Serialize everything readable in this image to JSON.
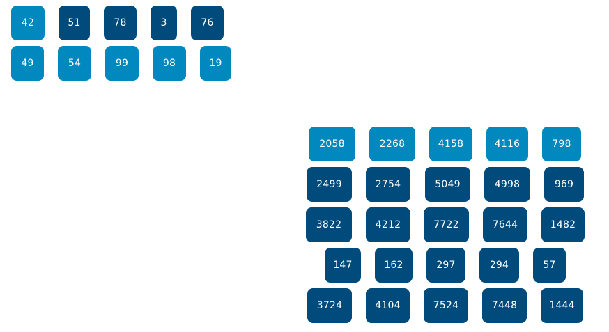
{
  "colors": {
    "light": "#0088bf",
    "dark": "#004a7c"
  },
  "left_grid": {
    "rows": [
      [
        {
          "value": "42",
          "tone": "light"
        },
        {
          "value": "51",
          "tone": "dark"
        },
        {
          "value": "78",
          "tone": "dark"
        },
        {
          "value": "3",
          "tone": "dark"
        },
        {
          "value": "76",
          "tone": "dark"
        }
      ],
      [
        {
          "value": "49",
          "tone": "light"
        },
        {
          "value": "54",
          "tone": "light"
        },
        {
          "value": "99",
          "tone": "light"
        },
        {
          "value": "98",
          "tone": "light"
        },
        {
          "value": "19",
          "tone": "light"
        }
      ]
    ]
  },
  "right_grid": {
    "rows": [
      [
        {
          "value": "2058",
          "tone": "light"
        },
        {
          "value": "2268",
          "tone": "light"
        },
        {
          "value": "4158",
          "tone": "light"
        },
        {
          "value": "4116",
          "tone": "light"
        },
        {
          "value": "798",
          "tone": "light"
        }
      ],
      [
        {
          "value": "2499",
          "tone": "dark"
        },
        {
          "value": "2754",
          "tone": "dark"
        },
        {
          "value": "5049",
          "tone": "dark"
        },
        {
          "value": "4998",
          "tone": "dark"
        },
        {
          "value": "969",
          "tone": "dark"
        }
      ],
      [
        {
          "value": "3822",
          "tone": "dark"
        },
        {
          "value": "4212",
          "tone": "dark"
        },
        {
          "value": "7722",
          "tone": "dark"
        },
        {
          "value": "7644",
          "tone": "dark"
        },
        {
          "value": "1482",
          "tone": "dark"
        }
      ],
      [
        {
          "value": "147",
          "tone": "dark"
        },
        {
          "value": "162",
          "tone": "dark"
        },
        {
          "value": "297",
          "tone": "dark"
        },
        {
          "value": "294",
          "tone": "dark"
        },
        {
          "value": "57",
          "tone": "dark"
        }
      ],
      [
        {
          "value": "3724",
          "tone": "dark"
        },
        {
          "value": "4104",
          "tone": "dark"
        },
        {
          "value": "7524",
          "tone": "dark"
        },
        {
          "value": "7448",
          "tone": "dark"
        },
        {
          "value": "1444",
          "tone": "dark"
        }
      ]
    ]
  }
}
